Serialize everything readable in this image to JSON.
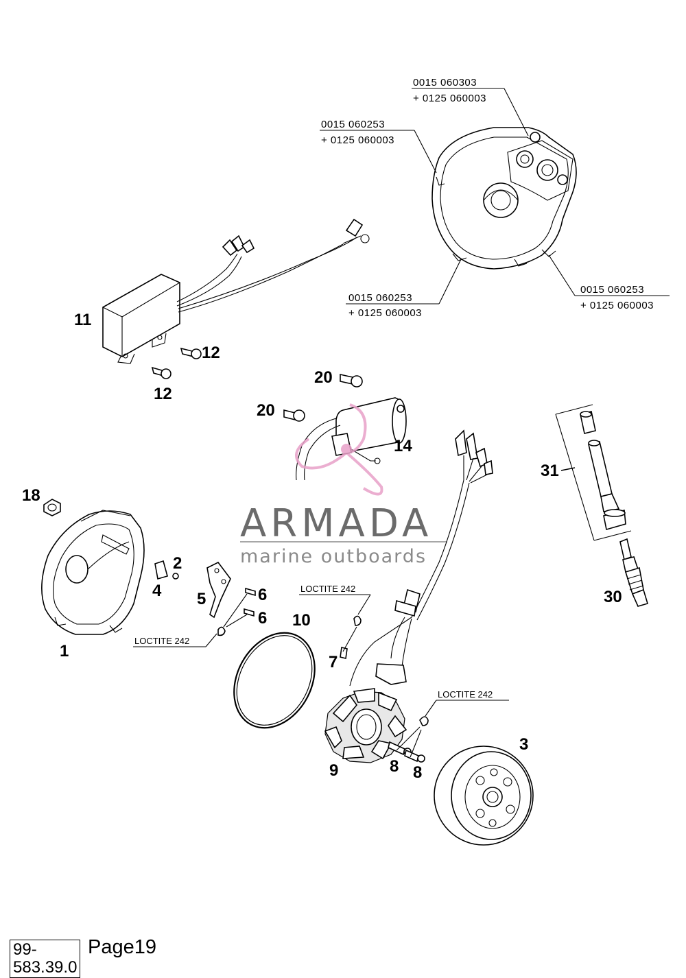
{
  "part_numbers": {
    "top": "0015 060303",
    "top_sub": "+ 0125 060003",
    "upper_left": "0015 060253",
    "upper_left_sub": "+ 0125 060003",
    "lower_left": "0015 060253",
    "lower_left_sub": "+ 0125 060003",
    "lower_right": "0015 060253",
    "lower_right_sub": "+ 0125 060003"
  },
  "callouts": {
    "p1": "1",
    "p2": "2",
    "p3": "3",
    "p4": "4",
    "p5": "5",
    "p6a": "6",
    "p6b": "6",
    "p7": "7",
    "p8a": "8",
    "p8b": "8",
    "p9": "9",
    "p10": "10",
    "p11": "11",
    "p12a": "12",
    "p12b": "12",
    "p14": "14",
    "p18": "18",
    "p20a": "20",
    "p20b": "20",
    "p30": "30",
    "p31": "31"
  },
  "notes": {
    "loctite_1": "LOCTITE 242",
    "loctite_2": "LOCTITE 242",
    "loctite_3": "LOCTITE 242"
  },
  "watermark": {
    "brand": "ARMADA",
    "tagline": "marine outboards",
    "brand_color": "#6b6b6b",
    "logo_color": "#e8a0c8"
  },
  "footer": {
    "doc_number": "99-583.39.0",
    "page_label": "Page19"
  }
}
